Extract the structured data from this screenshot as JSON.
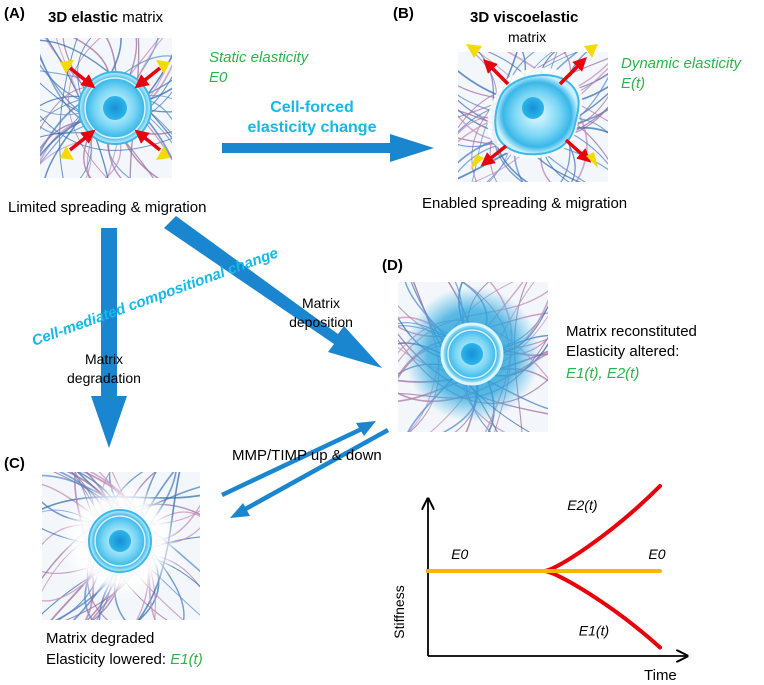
{
  "panels": {
    "a": {
      "tag": "(A)",
      "title_bold": "3D elastic",
      "title_rest": " matrix",
      "annotation": [
        "Static elasticity",
        "E0"
      ],
      "caption": "Limited spreading & migration"
    },
    "b": {
      "tag": "(B)",
      "title_bold": "3D viscoelastic",
      "title_line2": "matrix",
      "annotation": [
        "Dynamic elasticity",
        "E(t)"
      ],
      "caption": "Enabled spreading & migration"
    },
    "c": {
      "tag": "(C)",
      "caption_line1": "Matrix degraded",
      "caption_line2": "Elasticity lowered: ",
      "caption_value": "E1(t)"
    },
    "d": {
      "tag": "(D)",
      "caption_line1": "Matrix reconstituted",
      "caption_line2": "Elasticity altered:",
      "caption_value": "E1(t), E2(t)"
    }
  },
  "arrow_labels": {
    "cell_forced": [
      "Cell-forced",
      "elasticity change"
    ],
    "cell_mediated": "Cell-mediated compositional change",
    "degradation": [
      "Matrix",
      "degradation"
    ],
    "deposition": [
      "Matrix",
      "deposition"
    ],
    "mmp_timp": "MMP/TIMP up & down"
  },
  "chart_data": {
    "type": "line",
    "xlabel": "Time",
    "ylabel": "Stiffness",
    "series": [
      {
        "name": "E0",
        "label_end": "E0",
        "color": "#F5B800",
        "trend": "constant",
        "start": 0.5,
        "end": 0.5
      },
      {
        "name": "E2(t)",
        "color": "#E8000B",
        "trend": "increasing",
        "start": 0.5,
        "end": 1.0
      },
      {
        "name": "E1(t)",
        "color": "#E8000B",
        "trend": "decreasing",
        "start": 0.5,
        "end": 0.05
      }
    ]
  },
  "colors": {
    "arrow_blue": "#1A86D0",
    "label_cyan": "#16B8E8",
    "label_green": "#2DB34A",
    "red": "#E8000B",
    "yellow": "#F5B800"
  }
}
